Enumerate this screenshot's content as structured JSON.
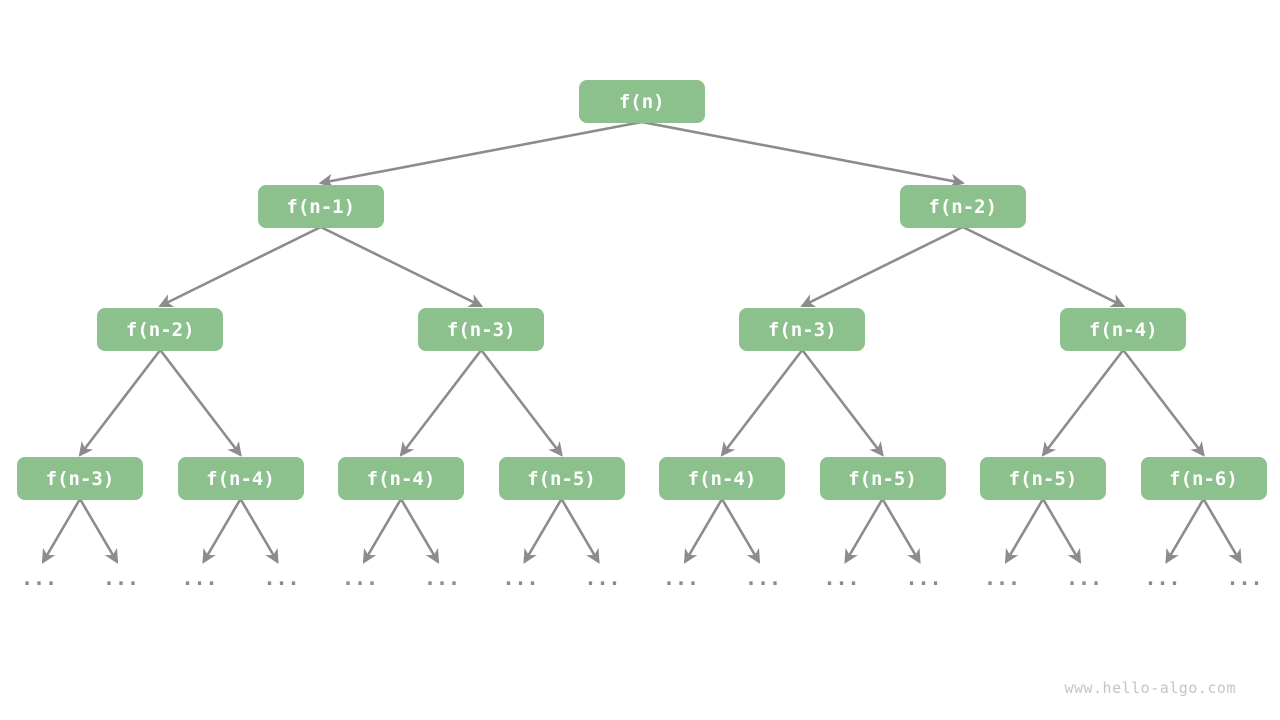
{
  "diagram": {
    "type": "recursion-tree",
    "node_labels_by_level": [
      [
        "f(n)"
      ],
      [
        "f(n-1)",
        "f(n-2)"
      ],
      [
        "f(n-2)",
        "f(n-3)",
        "f(n-3)",
        "f(n-4)"
      ],
      [
        "f(n-3)",
        "f(n-4)",
        "f(n-4)",
        "f(n-5)",
        "f(n-4)",
        "f(n-5)",
        "f(n-5)",
        "f(n-6)"
      ]
    ],
    "ellipsis": "...",
    "colors": {
      "node_fill": "#8CC08C",
      "node_text": "#FFFFFF",
      "edge": "#8C8C8C",
      "ellipsis_text": "#8C8C8C",
      "watermark_text": "#C4C4C4"
    }
  },
  "watermark": "www.hello-algo.com"
}
